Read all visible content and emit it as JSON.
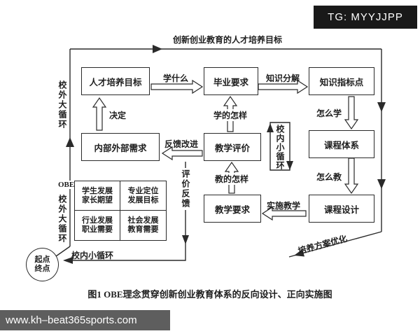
{
  "watermark_top": {
    "text": "TG: MYYJJPP"
  },
  "watermark_bottom": {
    "text": "www.kh–beat365sports.com"
  },
  "caption": "图1  OBE理念贯穿创新创业教育体系的反向设计、正向实施图",
  "colors": {
    "line": "#2a2a2a",
    "watermark_bg": "#191919"
  },
  "diagram": {
    "outer_cycle_top_label": "创新创业教育的人才培养目标",
    "outer_cycle_left_top_label": "校外大循环",
    "outer_cycle_left_bottom_label": "校外大循环",
    "obe_label": "OBE",
    "inner_cycle_label": "校内小循环",
    "inner_cycle_bottom_label": "校内小循环",
    "eval_feedback_label": "评价反馈",
    "optimize_label": "培养方案优化",
    "start_end": "起点\n终点",
    "boxes": {
      "talent_goal": "人才培养目标",
      "graduation_req": "毕业要求",
      "knowledge_points": "知识指标点",
      "curriculum_system": "课程体系",
      "course_design": "课程设计",
      "teaching_req": "教学要求",
      "teaching_eval": "教学评价",
      "internal_external_needs": "内部外部需求"
    },
    "edge_labels": {
      "learn_what": "学什么",
      "knowledge_decompose": "知识分解",
      "how_to_learn": "怎么学",
      "how_to_teach": "怎么教",
      "implement_teaching": "实施教学",
      "teach_result": "教的怎样",
      "learn_result": "学的怎样",
      "feedback_improve": "反馈改进",
      "decide": "决定"
    },
    "needs_quadrants": {
      "tl": "学生发展\n家长期望",
      "tr": "专业定位\n发展目标",
      "bl": "行业发展\n职业需要",
      "br": "社会发展\n教育需要"
    }
  }
}
